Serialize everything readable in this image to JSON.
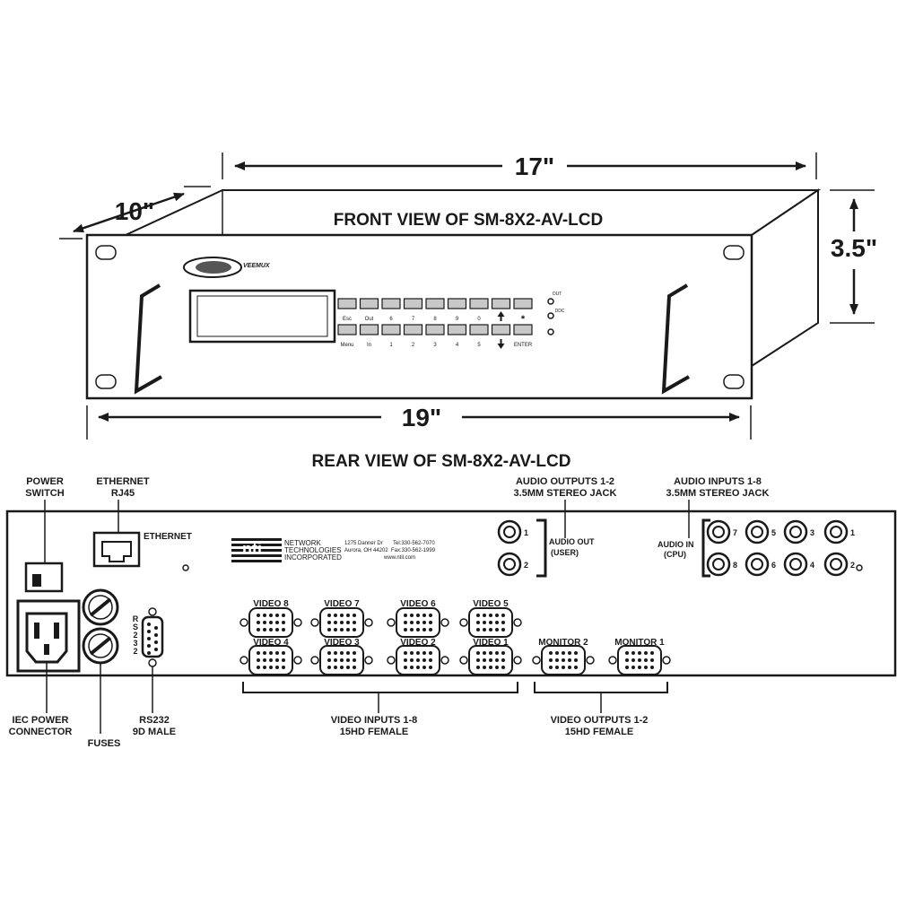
{
  "front": {
    "title": "FRONT VIEW OF SM-8X2-AV-LCD",
    "dim_depth": "10\"",
    "dim_rack": "17\"",
    "dim_height": "3.5\"",
    "dim_width": "19\"",
    "logo_text": "VEEMUX",
    "keys_top": [
      "Esc",
      "Out",
      "6",
      "7",
      "8",
      "9",
      "0"
    ],
    "keys_bottom": [
      "Menu",
      "In",
      "1",
      "2",
      "3",
      "4",
      "5"
    ],
    "key_enter": "ENTER",
    "key_star": "*",
    "led_out": "OUT",
    "led_ddc": "DDC"
  },
  "rear": {
    "title": "REAR VIEW OF SM-8X2-AV-LCD",
    "power_switch": [
      "POWER",
      "SWITCH"
    ],
    "ethernet_callout": [
      "ETHERNET",
      "RJ45"
    ],
    "ethernet_port": "ETHERNET",
    "company": [
      "NETWORK",
      "TECHNOLOGIES",
      "INCORPORATED"
    ],
    "address": [
      "1275 Danner Dr",
      "Aurora, OH 44202"
    ],
    "phone": [
      "Tel:330-562-7070",
      "Fax:330-562-1999"
    ],
    "web": "www.ntil.com",
    "audio_out_callout": [
      "AUDIO OUTPUTS 1-2",
      "3.5MM  STEREO JACK"
    ],
    "audio_in_callout": [
      "AUDIO INPUTS 1-8",
      "3.5MM  STEREO JACK"
    ],
    "audio_out_label": [
      "AUDIO OUT",
      "(USER)"
    ],
    "audio_in_label": [
      "AUDIO IN",
      "(CPU)"
    ],
    "audio_out_nums": [
      "1",
      "2"
    ],
    "audio_in_top_nums": [
      "7",
      "5",
      "3",
      "1"
    ],
    "audio_in_bottom_nums": [
      "8",
      "6",
      "4",
      "2"
    ],
    "rs232_vertical": [
      "R",
      "S",
      "2",
      "3",
      "2"
    ],
    "video_top": [
      "VIDEO 8",
      "VIDEO 7",
      "VIDEO 6",
      "VIDEO 5"
    ],
    "video_bottom": [
      "VIDEO 4",
      "VIDEO 3",
      "VIDEO 2",
      "VIDEO 1"
    ],
    "monitors": [
      "MONITOR 2",
      "MONITOR 1"
    ],
    "iec_callout": [
      "IEC POWER",
      "CONNECTOR"
    ],
    "fuses_callout": "FUSES",
    "rs232_callout": [
      "RS232",
      "9D MALE"
    ],
    "video_in_callout": [
      "VIDEO INPUTS 1-8",
      "15HD FEMALE"
    ],
    "video_out_callout": [
      "VIDEO OUTPUTS 1-2",
      "15HD FEMALE"
    ]
  }
}
